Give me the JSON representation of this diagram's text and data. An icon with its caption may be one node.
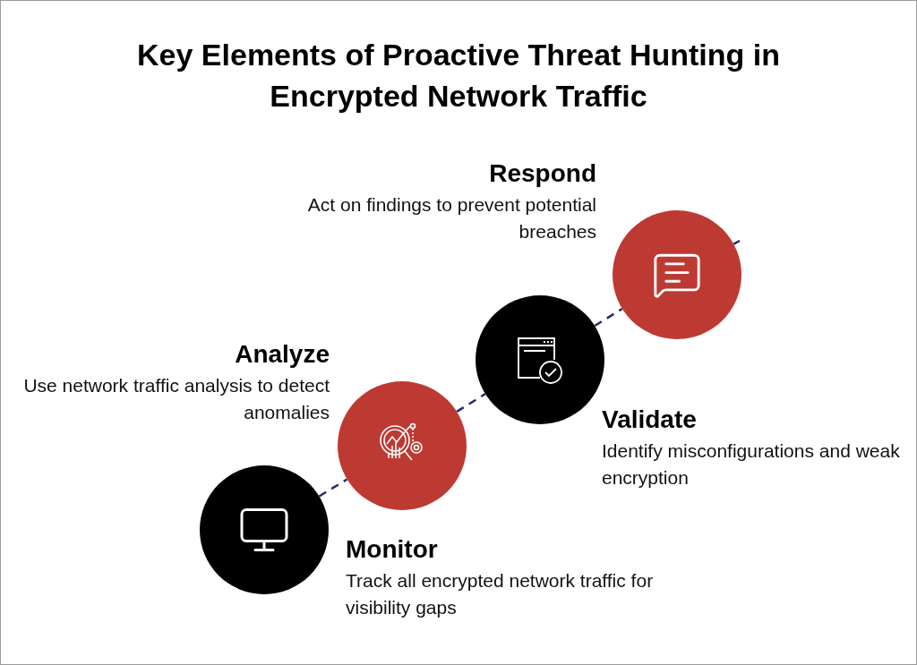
{
  "diagram": {
    "title": "Key Elements of Proactive Threat Hunting in Encrypted Network Traffic",
    "nodes": [
      {
        "text": [
          "Monitor",
          "Track all encrypted network traffic for visibility gaps"
        ]
      },
      {
        "text": [
          "Analyze",
          "Use network traffic analysis to detect anomalies"
        ]
      },
      {
        "text": [
          "Validate",
          "Identify misconfigurations and weak encryption"
        ]
      },
      {
        "text": [
          "Respond",
          "Act on findings to prevent potential breaches"
        ]
      }
    ],
    "edges": [
      {
        "from": 0,
        "to": 1,
        "arrow": "none",
        "style": "dashed"
      },
      {
        "from": 1,
        "to": 2,
        "arrow": "none",
        "style": "dashed"
      },
      {
        "from": 2,
        "to": 3,
        "arrow": "none",
        "style": "dashed"
      },
      {
        "from": 3,
        "to": null,
        "arrow": "none",
        "style": "dashed"
      }
    ]
  }
}
